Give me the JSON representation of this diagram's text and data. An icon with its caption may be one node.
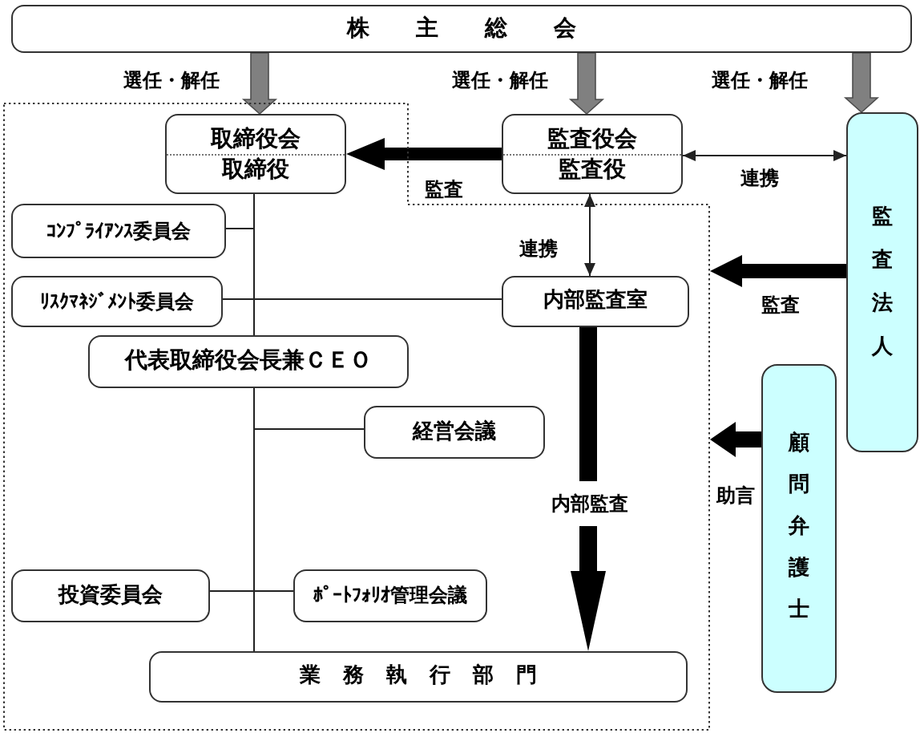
{
  "diagram": {
    "nodes": [
      {
        "text": [
          "株主総会"
        ]
      },
      {
        "text": [],
        "shape": "box"
      },
      {
        "text": [
          "取締役会",
          "取締役"
        ],
        "in": 1
      },
      {
        "text": [
          "監査役会",
          "監査役"
        ]
      },
      {
        "text": [
          "監査法人"
        ]
      },
      {
        "text": [
          "ｺﾝﾌﾟﾗｲｱﾝｽ委員会"
        ],
        "in": 1
      },
      {
        "text": [
          "ﾘｽｸﾏﾈｼﾞﾒﾝﾄ委員会"
        ],
        "in": 1
      },
      {
        "text": [
          "内部監査室"
        ],
        "in": 1
      },
      {
        "text": [
          "代表取締役会長兼ＣＥＯ"
        ],
        "in": 1
      },
      {
        "text": [
          "顧問弁護士"
        ]
      },
      {
        "text": [
          "経営会議"
        ],
        "in": 1
      },
      {
        "text": [
          "投資委員会"
        ],
        "in": 1
      },
      {
        "text": [
          "ﾎﾟｰﾄﾌｫﾘｵ管理会議"
        ],
        "in": 1
      },
      {
        "text": [
          "業務執行部門"
        ],
        "in": 1
      }
    ],
    "edges": [
      {
        "from": 0,
        "to": 2,
        "arrow": "to",
        "label": "選任・解任",
        "style": "thick",
        "color": "#808080"
      },
      {
        "from": 0,
        "to": 3,
        "arrow": "to",
        "label": "選任・解任",
        "style": "thick",
        "color": "#808080"
      },
      {
        "from": 0,
        "to": 4,
        "arrow": "to",
        "label": "選任・解任",
        "style": "thick",
        "color": "#808080"
      },
      {
        "from": 3,
        "to": 2,
        "arrow": "to",
        "label": "監査",
        "style": "thick"
      },
      {
        "from": 3,
        "to": 4,
        "arrow": "both",
        "label": "連携"
      },
      {
        "from": 3,
        "to": 7,
        "arrow": "both",
        "label": "連携"
      },
      {
        "from": 4,
        "to": 1,
        "arrow": "to",
        "label": "監査",
        "style": "thick"
      },
      {
        "from": 9,
        "to": 1,
        "arrow": "to",
        "label": "助言",
        "style": "thick"
      },
      {
        "from": 2,
        "to": 5,
        "arrow": "none"
      },
      {
        "from": 2,
        "to": 6,
        "arrow": "none"
      },
      {
        "from": 2,
        "to": 7,
        "arrow": "none"
      },
      {
        "from": 2,
        "to": 8,
        "arrow": "none"
      },
      {
        "from": 8,
        "to": 10,
        "arrow": "none"
      },
      {
        "from": 8,
        "to": 11,
        "arrow": "none"
      },
      {
        "from": 8,
        "to": 12,
        "arrow": "none"
      },
      {
        "from": 8,
        "to": 13,
        "arrow": "none"
      },
      {
        "from": 7,
        "to": 13,
        "arrow": "to",
        "label": "内部監査",
        "style": "thick"
      }
    ]
  }
}
